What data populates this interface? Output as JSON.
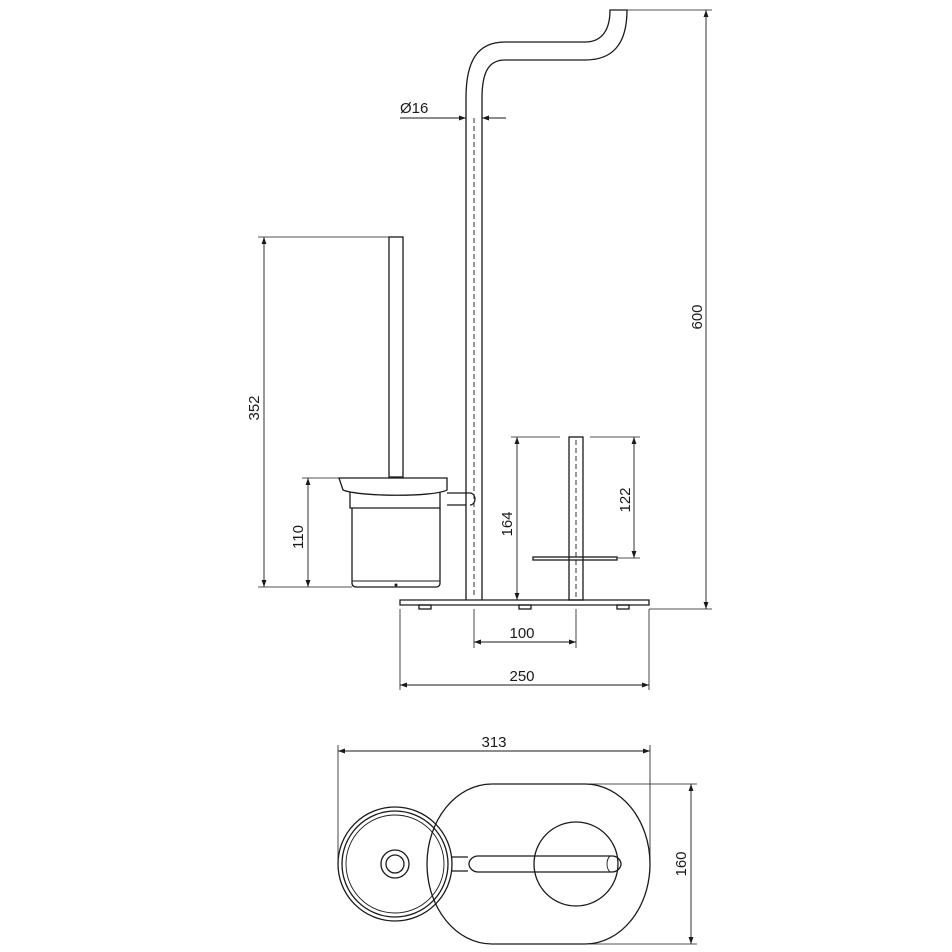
{
  "dimensions": {
    "diameter": "Ø16",
    "total_height": "600",
    "brush_height": "352",
    "cup_height": "110",
    "holder_total": "164",
    "holder_arm": "122",
    "post_spacing": "100",
    "base_width": "250",
    "top_length": "313",
    "top_depth": "160"
  }
}
